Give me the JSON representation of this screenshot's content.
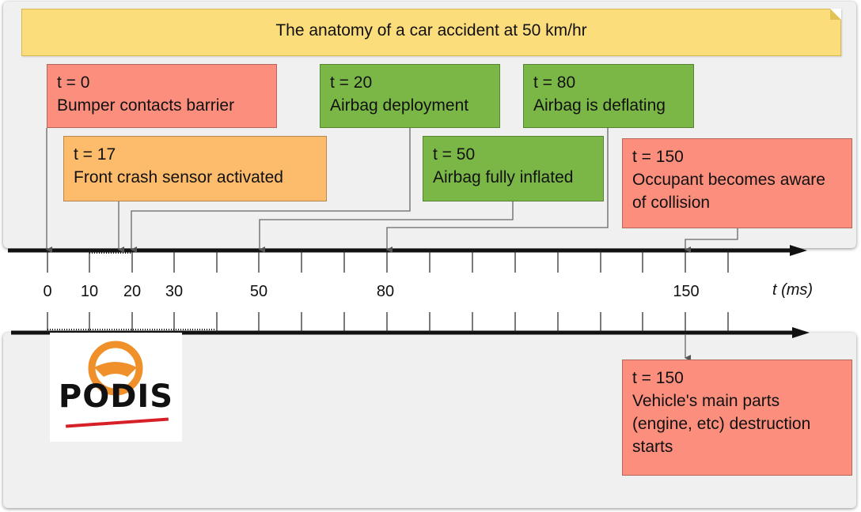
{
  "title": "The anatomy of a car accident at 50 km/hr",
  "events": [
    {
      "t": "t = 0",
      "description": "Bumper contacts barrier",
      "color": "#fb8e7d"
    },
    {
      "t": "t = 17",
      "description": "Front crash sensor activated",
      "color": "#fdbb6c"
    },
    {
      "t": "t = 20",
      "description": "Airbag deployment",
      "color": "#7bb746"
    },
    {
      "t": "t = 50",
      "description": "Airbag fully inflated",
      "color": "#7bb746"
    },
    {
      "t": "t = 80",
      "description": "Airbag is deflating",
      "color": "#7bb746"
    },
    {
      "t": "t = 150",
      "description": "Occupant becomes aware of collision",
      "color": "#fb8e7d"
    },
    {
      "t": "t = 150",
      "description": "Vehicle's main parts (engine, etc) destruction starts",
      "color": "#fb8e7d"
    }
  ],
  "axis": {
    "tick_labels": [
      "0",
      "10",
      "20",
      "30",
      "50",
      "80",
      "150"
    ],
    "unit_label": "t (ms)"
  },
  "logo": {
    "text": "PODIS",
    "colors": {
      "accent": "#f0902a",
      "underline": "#d61f26"
    }
  }
}
